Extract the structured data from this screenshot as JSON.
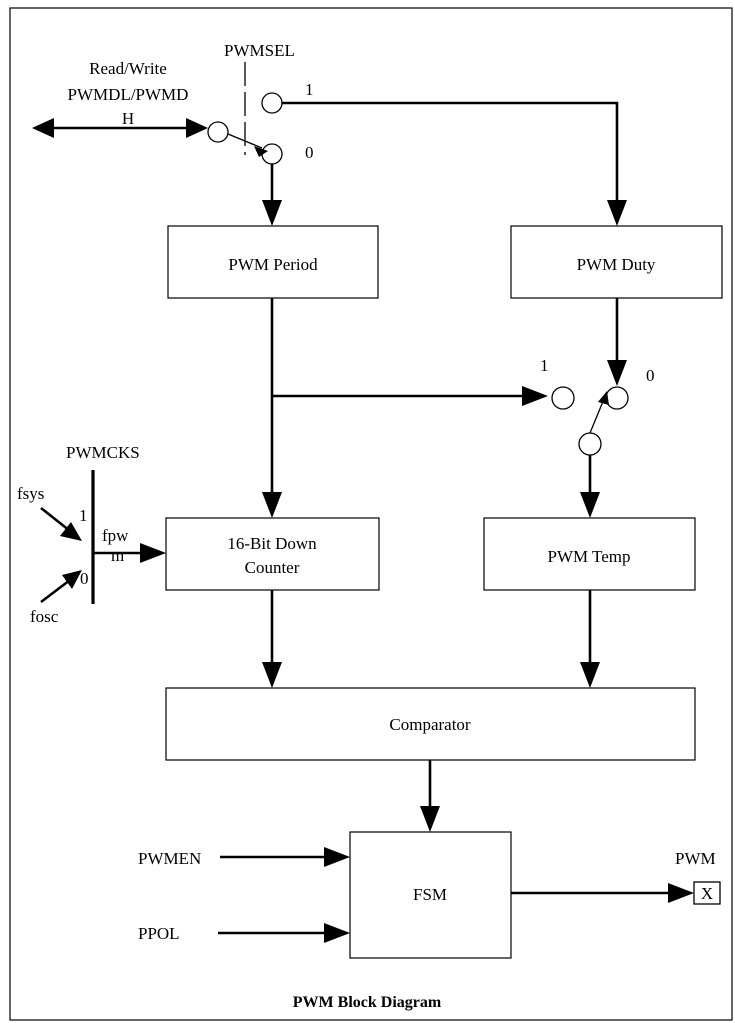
{
  "diagram": {
    "caption": "PWM Block Diagram",
    "blocks": {
      "pwm_period": "PWM Period",
      "pwm_duty": "PWM Duty",
      "down_counter_line1": "16-Bit Down",
      "down_counter_line2": "Counter",
      "pwm_temp": "PWM Temp",
      "comparator": "Comparator",
      "fsm": "FSM"
    },
    "labels": {
      "read_write_line1": "Read/Write",
      "read_write_line2": "PWMDL/PWMD",
      "read_write_line3": "H",
      "pwmsel": "PWMSEL",
      "pwmsel_1": "1",
      "pwmsel_0": "0",
      "duty_mux_1": "1",
      "duty_mux_0": "0",
      "pwmcks": "PWMCKS",
      "fsys": "fsys",
      "fosc": "fosc",
      "cks_1": "1",
      "cks_0": "0",
      "fpwm_line1": "fpw",
      "fpwm_line2": "m",
      "pwmen": "PWMEN",
      "ppol": "PPOL",
      "pwm_out": "PWM",
      "pin_mark": "X"
    }
  }
}
